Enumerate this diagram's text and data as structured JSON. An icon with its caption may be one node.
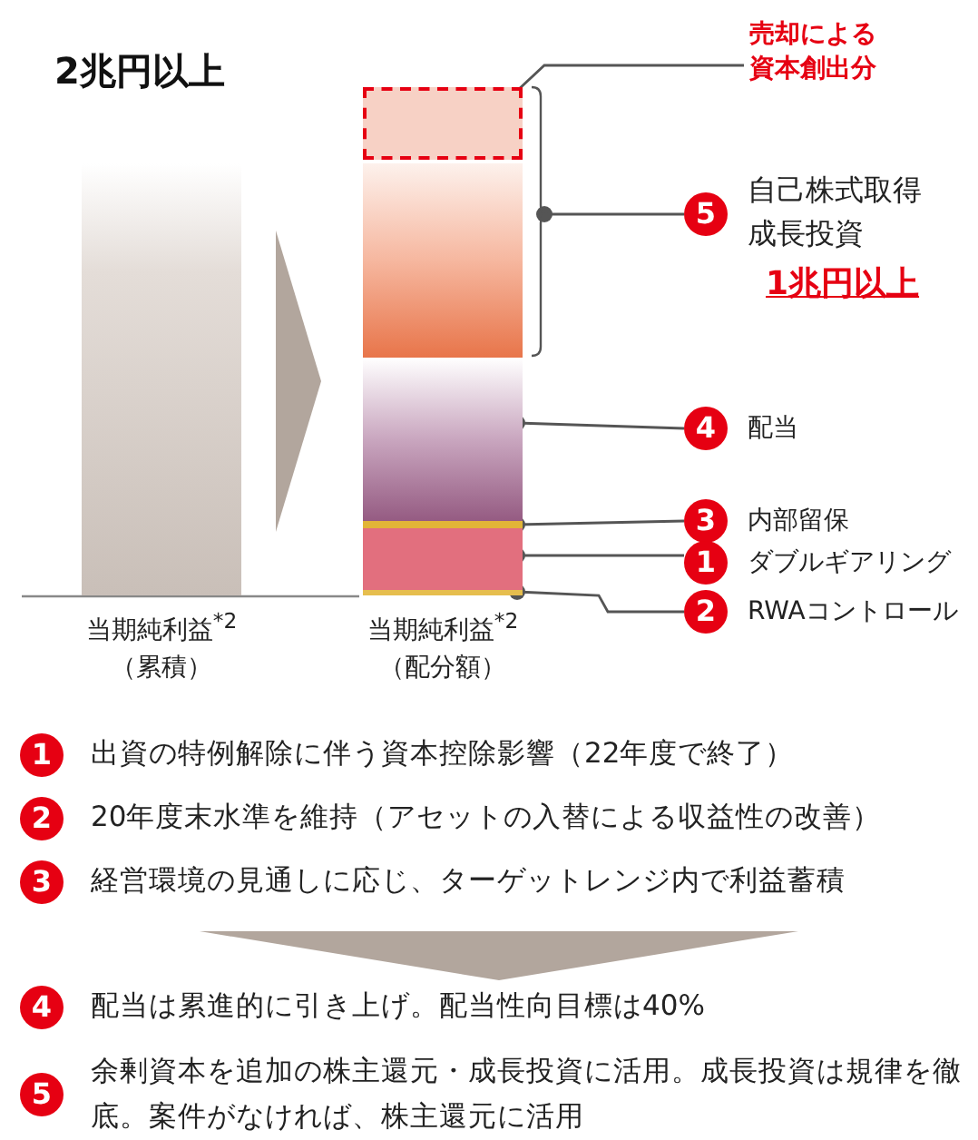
{
  "diagram": {
    "nodes": [
      {
        "text": [],
        "shape": "bar",
        "beside": [
          "2兆円以上",
          "当期純利益$^{*2}$（累積）"
        ]
      },
      {
        "text": [],
        "shape": "bar",
        "beside": [
          "当期純利益$^{*2}$（配分額）"
        ]
      },
      {
        "text": [],
        "shape": "box",
        "in": 1
      },
      {
        "text": [],
        "shape": "bar",
        "in": 1
      },
      {
        "text": [],
        "shape": "bar",
        "in": 1
      },
      {
        "text": [],
        "shape": "bar",
        "in": 1
      },
      {
        "text": [],
        "shape": "bar",
        "in": 1
      },
      {
        "text": [],
        "shape": "bar",
        "in": 1
      },
      {
        "text": [],
        "shape": "brace"
      },
      {
        "text": [
          "売却による資本創出分"
        ]
      },
      {
        "text": [
          "5",
          "自己株式取得成長投資",
          "1兆円以上"
        ]
      },
      {
        "text": [
          "4",
          "配当"
        ]
      },
      {
        "text": [
          "3",
          "内部留保"
        ]
      },
      {
        "text": [
          "1",
          "ダブルギアリング"
        ]
      },
      {
        "text": [
          "2",
          "RWAコントロール"
        ]
      },
      {
        "text": [
          "1",
          "出資の特例解除に伴う資本控除影響（22年度で終了）"
        ]
      },
      {
        "text": [
          "2",
          "20年度末水準を維持（アセットの入替による収益性の改善）"
        ]
      },
      {
        "text": [
          "3",
          "経営環境の見通しに応じ、ターゲットレンジ内で利益蓄積"
        ]
      },
      {
        "text": [
          "4",
          "配当は累進的に引き上げ。配当性向目標は40%"
        ]
      },
      {
        "text": [
          "5",
          "余剰資本を追加の株主還元・成長投資に活用。成長投資は規律を徹底。案件がなければ、株主還元に活用"
        ]
      }
    ],
    "edges": [
      {
        "from": 0,
        "to": 1,
        "arrow": "to"
      },
      {
        "from": 9,
        "to": 2,
        "arrow": "other"
      },
      {
        "from": 10,
        "to": 8,
        "arrow": "other"
      },
      {
        "from": 11,
        "to": 4,
        "arrow": "other"
      },
      {
        "from": 12,
        "to": 5,
        "arrow": "other"
      },
      {
        "from": 13,
        "to": 6,
        "arrow": "other"
      },
      {
        "from": 14,
        "to": 7,
        "arrow": "other"
      }
    ]
  }
}
